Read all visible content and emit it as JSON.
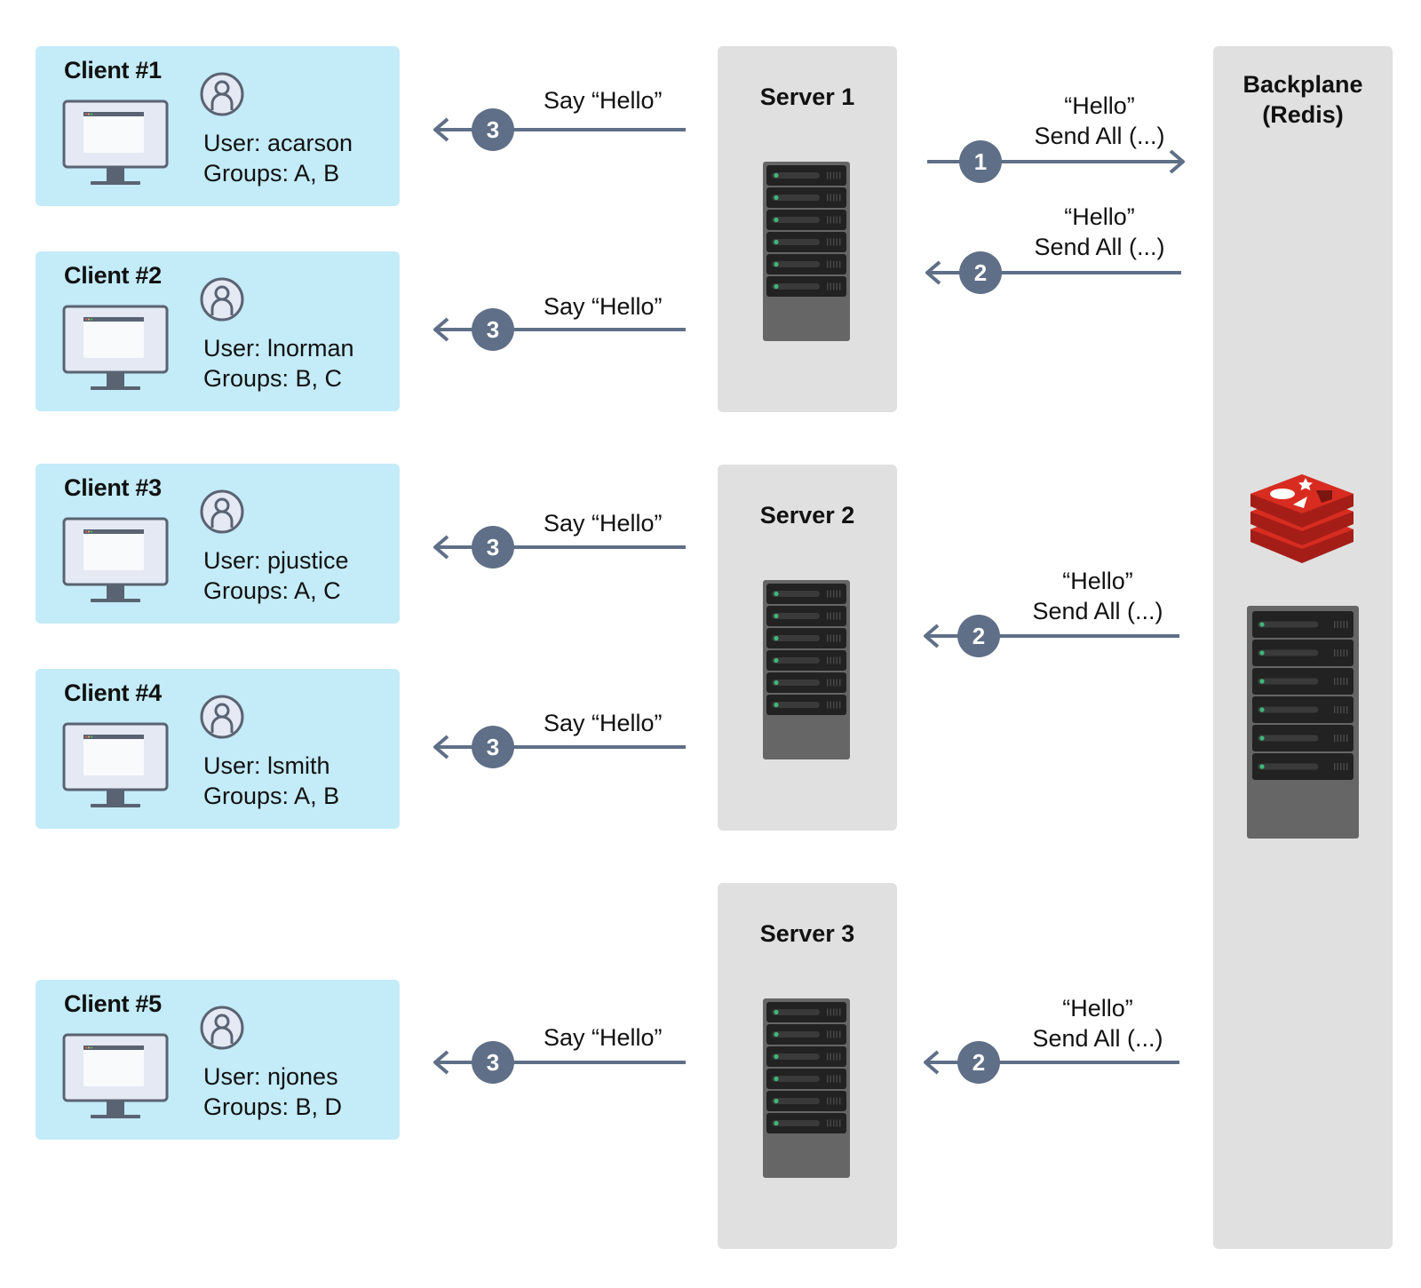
{
  "colors": {
    "client_bg": "#c3ebf8",
    "server_bg": "#e0e0e0",
    "arrow": "#5f6f87",
    "rack_body": "#666666",
    "rack_unit": "#222222",
    "led": "#3cb878",
    "redis_red": "#d82c20"
  },
  "clients": [
    {
      "title": "Client #1",
      "user": "User: acarson",
      "groups": "Groups: A, B"
    },
    {
      "title": "Client #2",
      "user": "User: lnorman",
      "groups": "Groups: B, C"
    },
    {
      "title": "Client #3",
      "user": "User: pjustice",
      "groups": "Groups: A, C"
    },
    {
      "title": "Client #4",
      "user": "User: lsmith",
      "groups": "Groups: A, B"
    },
    {
      "title": "Client #5",
      "user": "User: njones",
      "groups": "Groups: B, D"
    }
  ],
  "servers": [
    {
      "title": "Server 1"
    },
    {
      "title": "Server 2"
    },
    {
      "title": "Server 3"
    }
  ],
  "backplane": {
    "title_line1": "Backplane",
    "title_line2": "(Redis)",
    "logo": "redis-logo"
  },
  "client_arrows": [
    {
      "step": "3",
      "label": "Say “Hello”"
    },
    {
      "step": "3",
      "label": "Say “Hello”"
    },
    {
      "step": "3",
      "label": "Say “Hello”"
    },
    {
      "step": "3",
      "label": "Say “Hello”"
    },
    {
      "step": "3",
      "label": "Say “Hello”"
    }
  ],
  "backplane_arrows": [
    {
      "step": "1",
      "direction": "to-backplane",
      "line1": "“Hello”",
      "line2": "Send All (...)"
    },
    {
      "step": "2",
      "direction": "to-server",
      "line1": "“Hello”",
      "line2": "Send All (...)"
    },
    {
      "step": "2",
      "direction": "to-server",
      "line1": "“Hello”",
      "line2": "Send All (...)"
    },
    {
      "step": "2",
      "direction": "to-server",
      "line1": "“Hello”",
      "line2": "Send All (...)"
    }
  ]
}
